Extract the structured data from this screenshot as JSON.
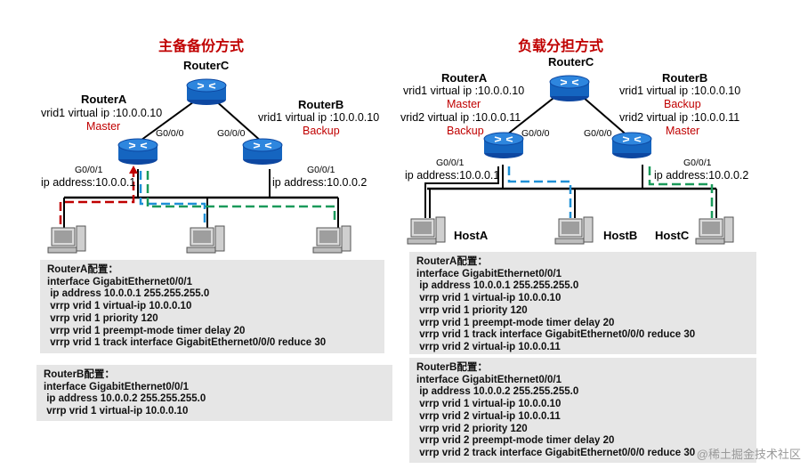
{
  "left": {
    "title": "主备备份方式",
    "routerC": "RouterC",
    "routerA": {
      "name": "RouterA",
      "vrid": "vrid1 virtual ip :10.0.0.10",
      "role": "Master",
      "port_up": "G0/0/0",
      "port_down": "G0/0/1",
      "ip": "ip address:10.0.0.1"
    },
    "routerB": {
      "name": "RouterB",
      "vrid": "vrid1 virtual ip :10.0.0.10",
      "role": "Backup",
      "port_up": "G0/0/0",
      "port_down": "G0/0/1",
      "ip": "ip address:10.0.0.2"
    },
    "configA": {
      "lines": [
        "RouterA配置：",
        "interface GigabitEthernet0/0/1",
        " ip address 10.0.0.1 255.255.255.0",
        " vrrp vrid 1 virtual-ip 10.0.0.10",
        " vrrp vrid 1 priority 120",
        " vrrp vrid 1 preempt-mode timer delay 20",
        " vrrp vrid 1 track interface GigabitEthernet0/0/0 reduce 30"
      ]
    },
    "configB": {
      "lines": [
        "RouterB配置：",
        "interface GigabitEthernet0/0/1",
        " ip address 10.0.0.2 255.255.255.0",
        " vrrp vrid 1 virtual-ip 10.0.0.10"
      ]
    }
  },
  "right": {
    "title": "负载分担方式",
    "routerC": "RouterC",
    "routerA": {
      "name": "RouterA",
      "vrid1": "vrid1 virtual ip :10.0.0.10",
      "role1": "Master",
      "vrid2": "vrid2 virtual ip :10.0.0.11",
      "role2": "Backup",
      "port_up": "G0/0/0",
      "port_down": "G0/0/1",
      "ip": "ip address:10.0.0.1"
    },
    "routerB": {
      "name": "RouterB",
      "vrid1": "vrid1 virtual ip :10.0.0.10",
      "role1": "Backup",
      "vrid2": "vrid2 virtual ip :10.0.0.11",
      "role2": "Master",
      "port_up": "G0/0/0",
      "port_down": "G0/0/1",
      "ip": "ip address:10.0.0.2"
    },
    "hosts": [
      "HostA",
      "HostB",
      "HostC"
    ],
    "configA": {
      "lines": [
        "RouterA配置：",
        "interface GigabitEthernet0/0/1",
        " ip address 10.0.0.1 255.255.255.0",
        " vrrp vrid 1 virtual-ip 10.0.0.10",
        " vrrp vrid 1 priority 120",
        " vrrp vrid 1 preempt-mode timer delay 20",
        " vrrp vrid 1 track interface GigabitEthernet0/0/0 reduce 30",
        " vrrp vrid 2 virtual-ip 10.0.0.11"
      ]
    },
    "configB": {
      "lines": [
        "RouterB配置：",
        "interface GigabitEthernet0/0/1",
        " ip address 10.0.0.2 255.255.255.0",
        " vrrp vrid 1 virtual-ip 10.0.0.10",
        " vrrp vrid 2 virtual-ip 10.0.0.11",
        " vrrp vrid 2 priority 120",
        " vrrp vrid 2 preempt-mode timer delay 20",
        " vrrp vrid 2 track interface GigabitEthernet0/0/0 reduce 30"
      ]
    }
  },
  "watermark": "@稀土掘金技术社区",
  "colors": {
    "title": "#c00000",
    "router": "#1565c0",
    "red_path": "#c00000",
    "blue_path": "#1e90d6",
    "green_path": "#1a9a5a",
    "config_bg": "#e6e6e6"
  }
}
